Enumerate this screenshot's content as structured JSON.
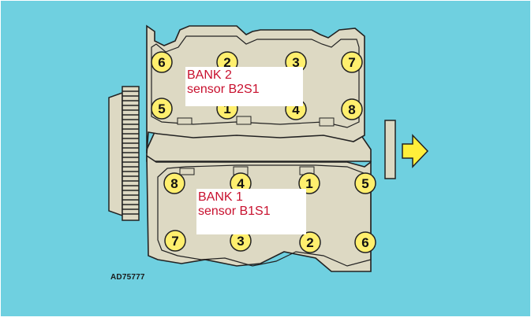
{
  "colors": {
    "background": "#6fd0e0",
    "block_fill": "#ddd9c3",
    "block_stroke": "#222222",
    "cylinder_fill": "#ffef6e",
    "arrow_fill": "#ffef3a",
    "label_text": "#c8102e"
  },
  "bank2": {
    "title": "BANK 2",
    "sensor": "sensor B2S1",
    "cylinders_top": [
      "6",
      "2",
      "3",
      "7"
    ],
    "cylinders_bottom": [
      "5",
      "1",
      "4",
      "8"
    ]
  },
  "bank1": {
    "title": "BANK 1",
    "sensor": "sensor B1S1",
    "cylinders_top": [
      "8",
      "4",
      "1",
      "5"
    ],
    "cylinders_bottom": [
      "7",
      "3",
      "2",
      "6"
    ]
  },
  "figure_id": "AD75777",
  "icons": {
    "front_arrow": "arrow-right-icon",
    "pulley": "crank-pulley-icon"
  }
}
